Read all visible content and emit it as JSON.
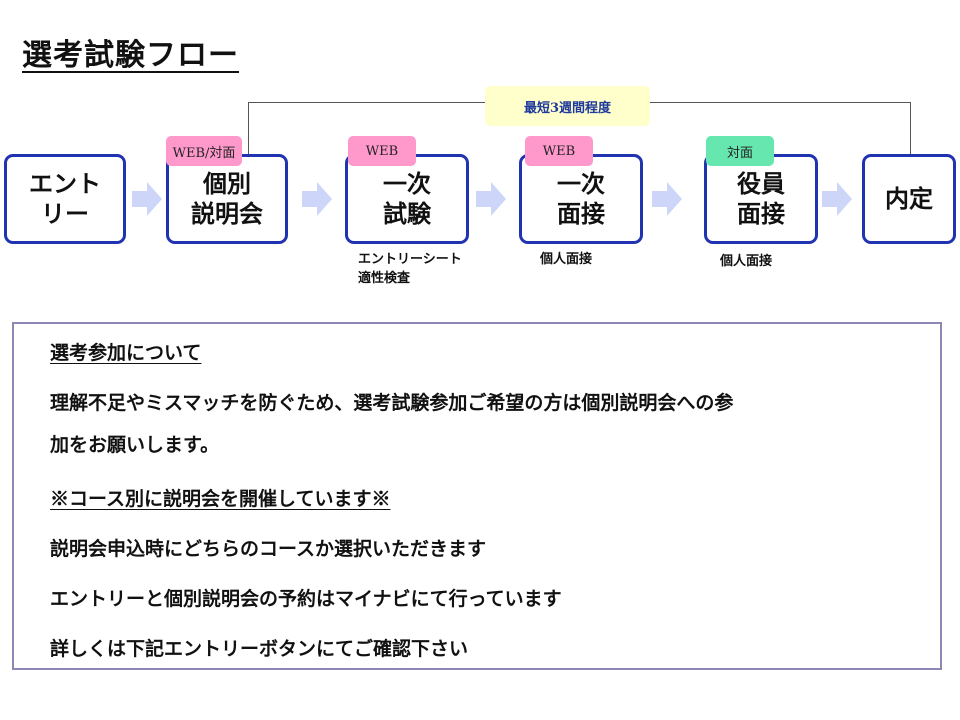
{
  "title": "選考試験フロー",
  "duration_label": "最短3週間程度",
  "colors": {
    "box_border": "#2033b0",
    "arrow_fill": "#cdd6f8",
    "tag_web": "#ff99cc",
    "tag_in_person": "#66e7b0",
    "duration_fill": "#ffffcc",
    "duration_text": "#1f3a9c",
    "panel_border": "#8f86b8"
  },
  "steps": [
    {
      "lines": [
        "エント",
        "リー"
      ]
    },
    {
      "lines": [
        "個別",
        "説明会"
      ],
      "tag": "WEB/対面"
    },
    {
      "lines": [
        "一次",
        "試験"
      ],
      "tag": "WEB",
      "notes": [
        "エントリーシート",
        "適性検査"
      ]
    },
    {
      "lines": [
        "一次",
        "面接"
      ],
      "tag": "WEB",
      "notes": [
        "個人面接"
      ]
    },
    {
      "lines": [
        "役員",
        "面接"
      ],
      "tag": "対面",
      "notes": [
        "個人面接"
      ]
    },
    {
      "lines": [
        "内定"
      ]
    }
  ],
  "info": {
    "heading": "選考参加について",
    "lines": [
      "理解不足やミスマッチを防ぐため、選考試験参加ご希望の方は個別説明会への参",
      "加をお願いします。",
      "※コース別に説明会を開催しています※",
      "説明会申込時にどちらのコースか選択いただきます",
      "エントリーと個別説明会の予約はマイナビにて行っています",
      "詳しくは下記エントリーボタンにてご確認下さい"
    ]
  }
}
